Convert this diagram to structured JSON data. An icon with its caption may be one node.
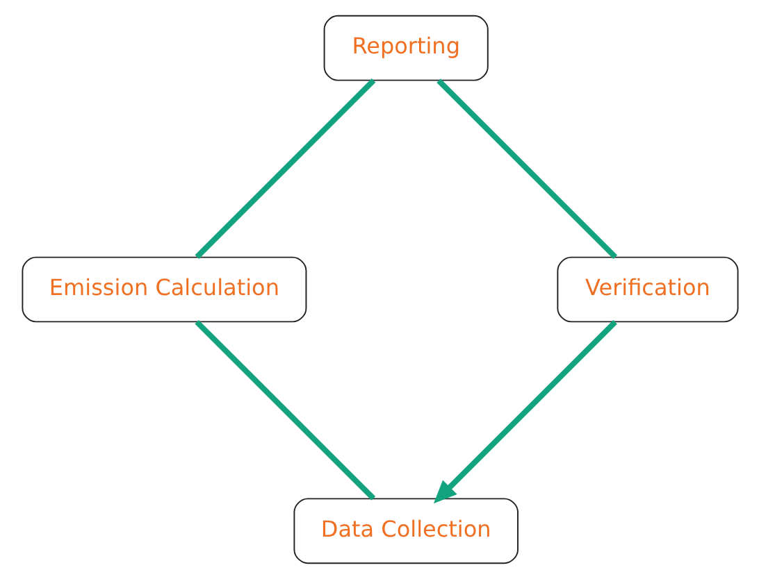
{
  "diagram": {
    "nodes": [
      {
        "text": [
          "Data Collection"
        ]
      },
      {
        "text": [
          "Emission Calculation"
        ]
      },
      {
        "text": [
          "Reporting"
        ]
      },
      {
        "text": [
          "Verification"
        ]
      }
    ],
    "edges": [
      {
        "from": 0,
        "to": 1,
        "arrow": "none"
      },
      {
        "from": 1,
        "to": 2,
        "arrow": "none"
      },
      {
        "from": 2,
        "to": 3,
        "arrow": "none"
      },
      {
        "from": 3,
        "to": 0,
        "arrow": "to"
      }
    ]
  }
}
